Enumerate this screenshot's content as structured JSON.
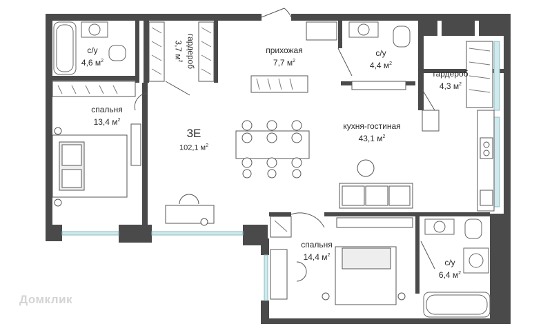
{
  "apartment": {
    "type": "3E",
    "total_area": "102,1 м",
    "area_sup": "2"
  },
  "rooms": [
    {
      "id": "bath1",
      "name": "с/у",
      "area": "4,6 м"
    },
    {
      "id": "wardrobe1",
      "name": "гардероб",
      "area": "3,7 м"
    },
    {
      "id": "hall",
      "name": "прихожая",
      "area": "7,7 м"
    },
    {
      "id": "bath2",
      "name": "с/у",
      "area": "4,4 м"
    },
    {
      "id": "wardrobe2",
      "name": "гардероб",
      "area": "4,3 м"
    },
    {
      "id": "bedroom1",
      "name": "спальня",
      "area": "13,4 м"
    },
    {
      "id": "kitchen",
      "name": "кухня-гостиная",
      "area": "43,1 м"
    },
    {
      "id": "bedroom2",
      "name": "спальня",
      "area": "14,4 м"
    },
    {
      "id": "bath3",
      "name": "с/у",
      "area": "6,4 м"
    }
  ],
  "sup": "2",
  "watermark": "Домклик",
  "colors": {
    "wall": "#4a4a4a",
    "window": "#bfe3e6",
    "furniture": "#8a8a8a",
    "fill": "#f2f2f2"
  }
}
